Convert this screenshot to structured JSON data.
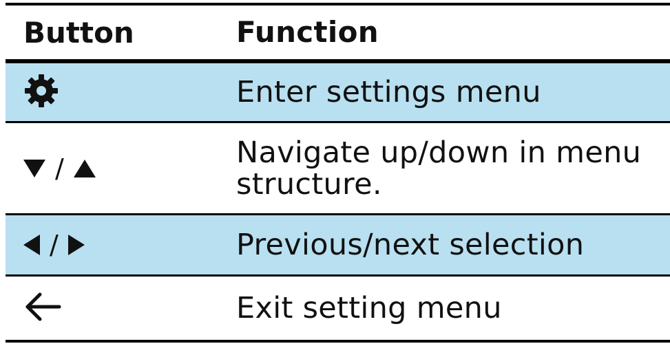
{
  "header": {
    "button_label": "Button",
    "function_label": "Function"
  },
  "rows": [
    {
      "icon": "gear-icon",
      "function": "Enter settings menu"
    },
    {
      "icon": "down-up-triangles-icon",
      "separator": "/",
      "function_line1": "Navigate up/down in menu",
      "function_line2": "structure."
    },
    {
      "icon": "left-right-triangles-icon",
      "separator": "/",
      "function": "Previous/next selection"
    },
    {
      "icon": "back-arrow-icon",
      "function": "Exit setting menu"
    }
  ],
  "colors": {
    "row_shade": "#b8e0f1",
    "rule": "#000000",
    "text": "#111111"
  }
}
